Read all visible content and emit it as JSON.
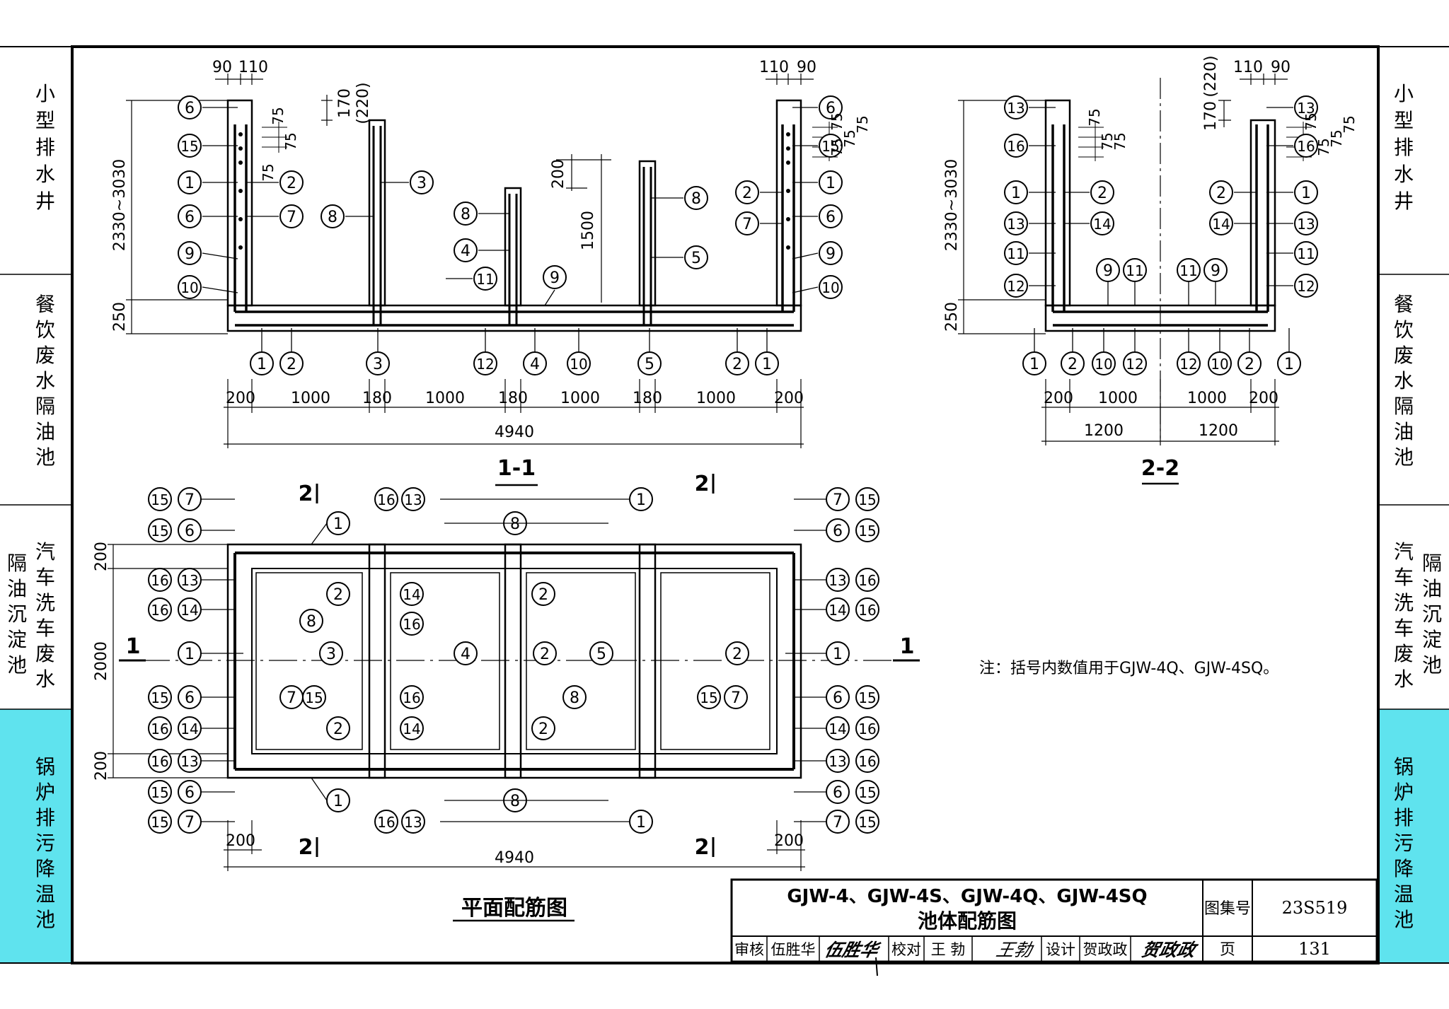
{
  "side_tabs": {
    "left": [
      {
        "label": "小型排水井",
        "active": false
      },
      {
        "label": "餐饮废水隔油池",
        "active": false
      },
      {
        "label": "汽车洗车废水隔油沉淀池",
        "active": false
      },
      {
        "label": "锅炉排污降温池",
        "active": true
      }
    ],
    "right": [
      {
        "label": "小型排水井",
        "active": false
      },
      {
        "label": "餐饮废水隔油池",
        "active": false
      },
      {
        "label": "汽车洗车废水隔油沉淀池",
        "active": false
      },
      {
        "label": "锅炉排污降温池",
        "active": true
      }
    ],
    "active_color": "#5fe3ee"
  },
  "section_1_1": {
    "title": "1-1",
    "dims": {
      "top_left": [
        "90",
        "110"
      ],
      "top_right": [
        "110",
        "90"
      ],
      "height_range": "2330~3030",
      "top_offset": "170",
      "top_offset_alt": "(220)",
      "base_thickness": "250",
      "spacing_75": "75",
      "inner_200": "200",
      "inner_1500": "1500",
      "bottom_row": [
        "200",
        "1000",
        "180",
        "1000",
        "180",
        "1000",
        "180",
        "1000",
        "200"
      ],
      "total": "4940"
    },
    "labels": {
      "wall_left": [
        "6",
        "15",
        "1",
        "6",
        "9",
        "10"
      ],
      "wall_left_inner": [
        "2",
        "7"
      ],
      "wall_right": [
        "6",
        "15",
        "1",
        "6",
        "9",
        "10"
      ],
      "wall_right_inner": [
        "2",
        "7"
      ],
      "part1": [
        "8",
        "3"
      ],
      "part2": [
        "8",
        "4",
        "11"
      ],
      "part3": [
        "8",
        "5"
      ],
      "mid9": "9",
      "bottom": [
        "1",
        "2",
        "3",
        "12",
        "4",
        "10",
        "5",
        "2",
        "1"
      ]
    }
  },
  "section_2_2": {
    "title": "2-2",
    "dims": {
      "top_right": [
        "110",
        "90"
      ],
      "top_offset": "170",
      "top_offset_alt": "(220)",
      "height_range": "2330~3030",
      "base_thickness": "250",
      "spacing_75": "75",
      "bottom_row": [
        "200",
        "1000",
        "1000",
        "200"
      ],
      "halves": [
        "1200",
        "1200"
      ]
    },
    "labels": {
      "left": [
        "13",
        "16",
        "1",
        "13",
        "11",
        "12"
      ],
      "left_inner": [
        "2",
        "14"
      ],
      "right": [
        "13",
        "16",
        "1",
        "13",
        "11",
        "12"
      ],
      "right_inner": [
        "2",
        "14"
      ],
      "floor": [
        "9",
        "11",
        "11",
        "9"
      ],
      "bottom": [
        "1",
        "2",
        "10",
        "12",
        "12",
        "10",
        "2",
        "1"
      ]
    }
  },
  "plan": {
    "title": "平面配筋图",
    "section_marks": {
      "one": "1",
      "two": "2"
    },
    "dims": {
      "left_side": [
        "200",
        "2000",
        "200"
      ],
      "bottom": [
        "200",
        "200"
      ],
      "total": "4940"
    },
    "labels": {
      "left_col": [
        [
          "15",
          "7"
        ],
        [
          "15",
          "6"
        ],
        [
          "16",
          "13"
        ],
        [
          "16",
          "14"
        ],
        [
          "1"
        ],
        [
          "15",
          "6"
        ],
        [
          "16",
          "14"
        ],
        [
          "16",
          "13"
        ],
        [
          "15",
          "6"
        ],
        [
          "15",
          "7"
        ]
      ],
      "right_col": [
        [
          "7",
          "15"
        ],
        [
          "6",
          "15"
        ],
        [
          "13",
          "16"
        ],
        [
          "14",
          "16"
        ],
        [
          "1"
        ],
        [
          "6",
          "15"
        ],
        [
          "14",
          "16"
        ],
        [
          "13",
          "16"
        ],
        [
          "6",
          "15"
        ],
        [
          "7",
          "15"
        ]
      ],
      "top_row": [
        "1",
        "16",
        "13",
        "8",
        "1"
      ],
      "bottom_row": [
        "1",
        "16",
        "13",
        "8",
        "1"
      ],
      "inner": [
        "2",
        "8",
        "14",
        "16",
        "2",
        "2",
        "3",
        "4",
        "5",
        "2",
        "7",
        "15",
        "16",
        "8",
        "15",
        "7",
        "2",
        "14",
        "2"
      ]
    }
  },
  "note": "注：括号内数值用于GJW-4Q、GJW-4SQ。",
  "title_block": {
    "title_line1": "GJW-4、GJW-4S、GJW-4Q、GJW-4SQ",
    "title_line2": "池体配筋图",
    "atlas_label": "图集号",
    "atlas_no": "23S519",
    "review_label": "审核",
    "reviewer": "伍胜华",
    "reviewer_signature": "伍胜华",
    "check_label": "校对",
    "checker": "王 勃",
    "checker_signature": "王勃",
    "design_label": "设计",
    "designer": "贺政政",
    "designer_signature": "贺政政",
    "page_label": "页",
    "page_no": "131"
  }
}
